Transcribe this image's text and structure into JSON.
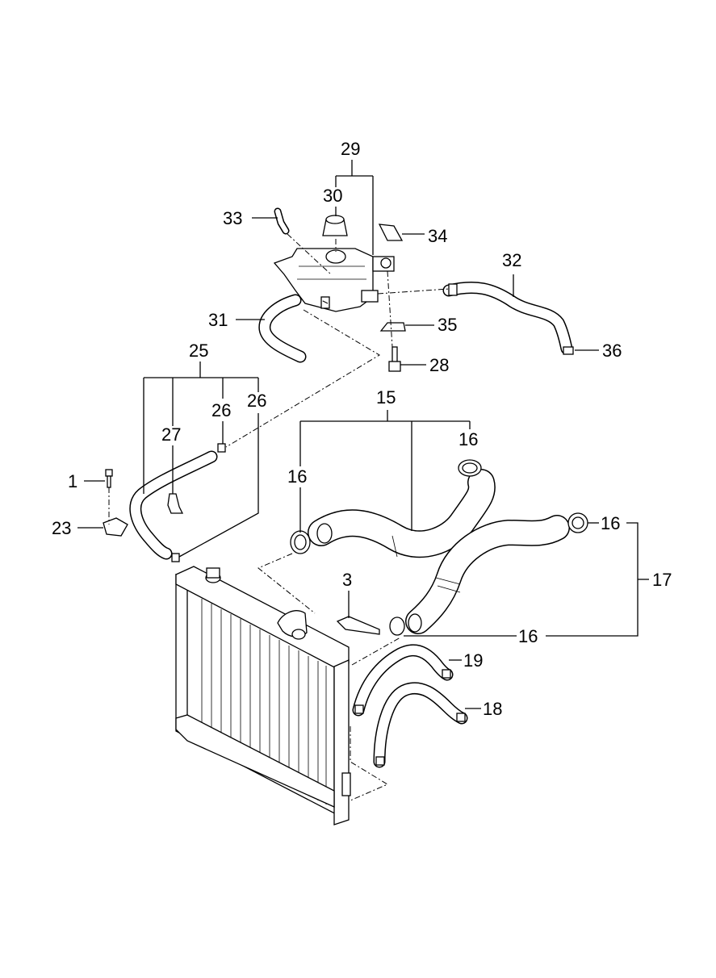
{
  "diagram": {
    "callouts": {
      "c1": "1",
      "c3": "3",
      "c15": "15",
      "c16a": "16",
      "c16b": "16",
      "c16c": "16",
      "c16d": "16",
      "c17": "17",
      "c18": "18",
      "c19": "19",
      "c23": "23",
      "c25": "25",
      "c26a": "26",
      "c26b": "26",
      "c27": "27",
      "c28": "28",
      "c29": "29",
      "c30": "30",
      "c31": "31",
      "c32": "32",
      "c33": "33",
      "c34": "34",
      "c35": "35",
      "c36": "36"
    },
    "parts": {
      "radiator": "radiator",
      "reservoir_tank": "coolant-reservoir-tank",
      "reservoir_cap": "reservoir-cap",
      "upper_hose": "upper-radiator-hose",
      "lower_hose": "lower-radiator-hose",
      "oil_cooler_hoses": "oil-cooler-hoses",
      "overflow_hose": "overflow-hose",
      "vent_hose": "vent-hose"
    }
  }
}
